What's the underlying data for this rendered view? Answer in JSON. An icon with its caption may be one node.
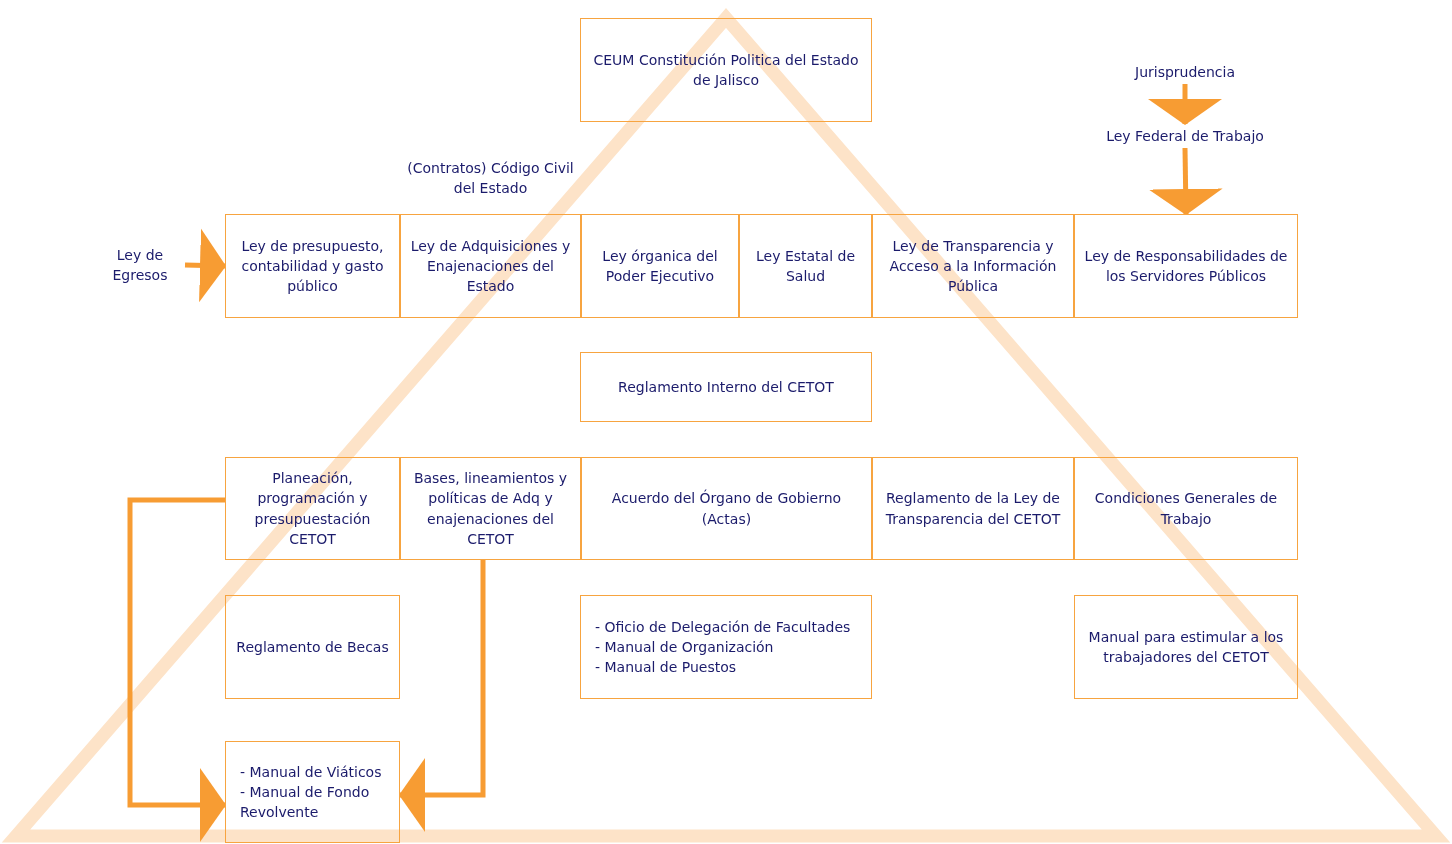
{
  "diagram": {
    "nodes": [
      {
        "text": [
          "CEUM Constitución Politica del Estado de Jalisco"
        ]
      },
      {
        "text": [
          "Jurisprudencia"
        ]
      },
      {
        "text": [
          "Ley Federal de Trabajo"
        ]
      },
      {
        "text": [
          "Ley de Egresos"
        ]
      },
      {
        "text": [
          "Ley de presupuesto, contabilidad y gasto público"
        ]
      },
      {
        "text": [
          "Ley de Adquisiciones y Enajenaciones del Estado"
        ]
      },
      {
        "text": [
          "Ley órganica del Poder Ejecutivo"
        ]
      },
      {
        "text": [
          "Ley Estatal de Salud"
        ]
      },
      {
        "text": [
          "Ley de Transparencia y Acceso a la Información Pública"
        ]
      },
      {
        "text": [
          "Ley de Responsabilidades de los Servidores Públicos"
        ]
      },
      {
        "text": [
          "Reglamento Interno del CETOT"
        ]
      },
      {
        "text": [
          "Planeación, programación y presupuestación CETOT"
        ]
      },
      {
        "text": [
          "Bases, lineamientos y políticas de Adq y enajenaciones del CETOT"
        ]
      },
      {
        "text": [
          "Acuerdo del Órgano de Gobierno (Actas)"
        ]
      },
      {
        "text": [
          "Reglamento de la Ley de Transparencia del CETOT"
        ]
      },
      {
        "text": [
          "Condiciones Generales de Trabajo"
        ]
      },
      {
        "text": [
          "Reglamento de Becas"
        ]
      },
      {
        "text": [
          "- Oficio de Delegación de Facultades",
          "- Manual de Organización",
          "- Manual de Puestos"
        ]
      },
      {
        "text": [
          "Manual para estimular a los trabajadores del CETOT"
        ]
      },
      {
        "text": [
          "- Manual de Viáticos",
          "- Manual de Fondo Revolvente"
        ]
      }
    ],
    "edges": [
      {
        "from": 1,
        "to": 2,
        "arrow": "to"
      },
      {
        "from": 2,
        "to": 9,
        "arrow": "to"
      },
      {
        "from": 3,
        "to": 4,
        "arrow": "to"
      },
      {
        "from": 11,
        "to": 19,
        "arrow": "to"
      },
      {
        "from": 12,
        "to": 19,
        "arrow": "to"
      }
    ],
    "labels": [
      "(Contratos) Código Civil del Estado"
    ]
  }
}
